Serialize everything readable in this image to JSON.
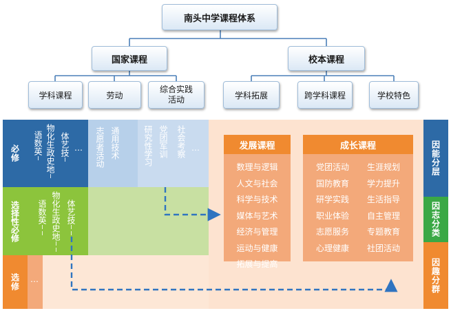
{
  "root": "南头中学课程体系",
  "level1": {
    "national": "国家课程",
    "school": "校本课程"
  },
  "level2": {
    "subject": "学科课程",
    "labor": "劳动",
    "practice": "综合实践活动",
    "extension": "学科拓展",
    "cross": "跨学科课程",
    "feature": "学校特色"
  },
  "rows": {
    "required": "必修",
    "selective_required": "选择性必修",
    "elective": "选修"
  },
  "required_cells": {
    "c1_a": "语数英",
    "c1_a_sub": "I",
    "c1_b": "物化生政史地",
    "c1_b_sub": "I",
    "c1_c": "体艺技",
    "c1_c_sub": "I",
    "c1_more": "…",
    "c2_a": "志愿者活动",
    "c2_b": "通用技术",
    "c3_a": "研究性学习",
    "c3_b": "党团军训",
    "c3_c": "社会考察",
    "c3_more": "…"
  },
  "selective_cells": {
    "a": "语数英",
    "a_sub": "II",
    "b": "物化生政史地",
    "b_sub": "II",
    "c": "体艺技",
    "c_sub": "II"
  },
  "elective_cells": {
    "more": "…"
  },
  "development": {
    "title": "发展课程",
    "items": [
      "数理与逻辑",
      "人文与社会",
      "科学与技术",
      "媒体与艺术",
      "经济与管理",
      "运动与健康",
      "拓展与提高"
    ]
  },
  "growth": {
    "title": "成长课程",
    "items": [
      "党团活动",
      "生涯规划",
      "国防教育",
      "学力提升",
      "研学实践",
      "生活指导",
      "职业体验",
      "自主管理",
      "志愿服务",
      "专题教育",
      "心理健康",
      "社团活动"
    ]
  },
  "side": {
    "ability": "因能分层",
    "aspiration": "因志分类",
    "interest": "因趣分群"
  },
  "colors": {
    "dark_blue": "#2d6aa6",
    "mid_blue": "#4a8fd0",
    "light_blue": "#b7d0ea",
    "green": "#8cc43c",
    "light_green": "#c8e0a2",
    "orange": "#f08a30",
    "peach": "#fde3d0",
    "list_bg": "#f3a97a",
    "side_green": "#3aa845"
  }
}
